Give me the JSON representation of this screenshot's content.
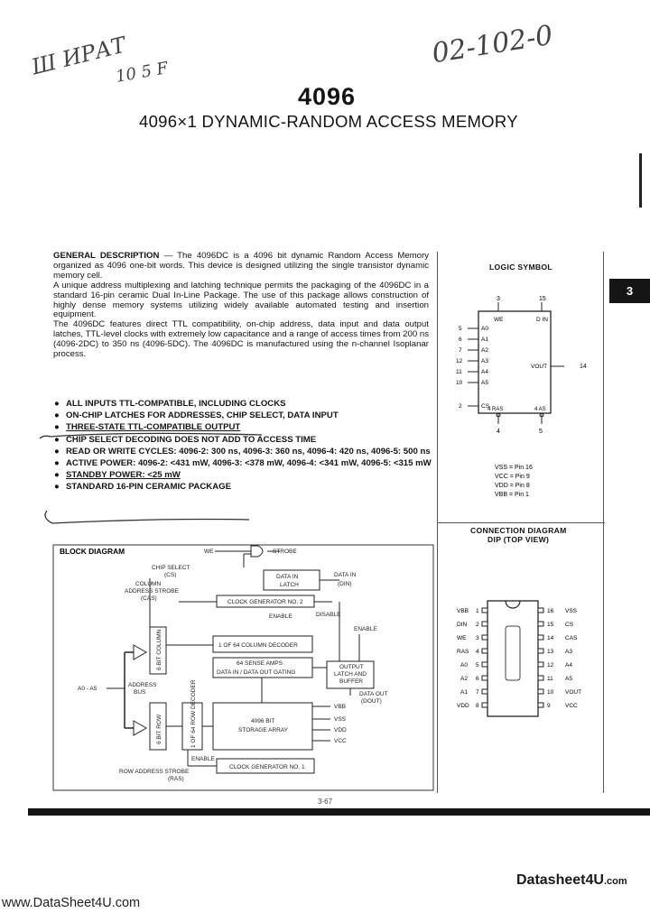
{
  "annotations": {
    "handwritten_left": "Ш ИРАТ",
    "handwritten_left2": "10 5 F",
    "handwritten_right": "02-102-0"
  },
  "header": {
    "part_number": "4096",
    "title": "4096×1 DYNAMIC-RANDOM ACCESS MEMORY"
  },
  "description": {
    "heading": "GENERAL DESCRIPTION",
    "p1": " — The 4096DC is a 4096 bit dynamic Random Access Memory organized as 4096 one-bit words. This device is designed utilizing the single transistor dynamic memory cell.",
    "p2": "A unique address multiplexing and latching technique permits the packaging of the 4096DC in a standard 16-pin ceramic Dual In-Line Package. The use of this package allows construction of highly dense memory systems utilizing widely available automated testing and insertion equipment.",
    "p3": "The 4096DC features direct TTL compatibility, on-chip address, data input and data output latches, TTL-level clocks with extremely low capacitance and a range of access times from 200 ns (4096-2DC) to 350 ns (4096-5DC). The 4096DC is manufactured using the n-channel Isoplanar process."
  },
  "features": [
    "ALL INPUTS TTL-COMPATIBLE, INCLUDING CLOCKS",
    "ON-CHIP LATCHES FOR ADDRESSES, CHIP SELECT, DATA INPUT",
    "THREE-STATE TTL-COMPATIBLE OUTPUT",
    "CHIP SELECT DECODING DOES NOT ADD TO ACCESS TIME",
    "READ OR WRITE CYCLES: 4096-2: 300 ns, 4096-3: 360 ns, 4096-4: 420 ns, 4096-5: 500 ns",
    "ACTIVE POWER: 4096-2: <431 mW, 4096-3: <378 mW, 4096-4: <341 mW, 4096-5: <315 mW",
    "STANDBY POWER: <25 mW",
    "STANDARD 16-PIN CERAMIC PACKAGE"
  ],
  "feature_bullet": "●",
  "logic_symbol": {
    "title": "LOGIC SYMBOL",
    "top_pins": [
      "3",
      "15"
    ],
    "top_labels": [
      "WE",
      "D IN"
    ],
    "left_pins": [
      "5",
      "6",
      "7",
      "12",
      "11",
      "10",
      "2"
    ],
    "left_labels": [
      "A0",
      "A1",
      "A2",
      "A3",
      "A4",
      "A5",
      "CS"
    ],
    "bottom_inner": [
      "4 RAS",
      "4 AS"
    ],
    "bottom_pins": [
      "4",
      "5"
    ],
    "output_label": "VOUT",
    "output_pin": "14",
    "power_notes": [
      "VSS = Pin 16",
      "VCC = Pin 9",
      "VDD = Pin 8",
      "VBB = Pin 1"
    ]
  },
  "connection_diagram": {
    "title": "CONNECTION DIAGRAM",
    "subtitle": "DIP (TOP VIEW)",
    "left_labels": [
      "VBB",
      "DIN",
      "WE",
      "RAS",
      "A0",
      "A2",
      "A1",
      "VDD"
    ],
    "left_pins": [
      "1",
      "2",
      "3",
      "4",
      "5",
      "6",
      "7",
      "8"
    ],
    "right_pins": [
      "16",
      "15",
      "14",
      "13",
      "12",
      "11",
      "10",
      "9"
    ],
    "right_labels": [
      "VSS",
      "CS",
      "CAS",
      "A3",
      "A4",
      "A5",
      "VOUT",
      "VCC"
    ]
  },
  "block_diagram": {
    "title": "BLOCK DIAGRAM",
    "we_label": "WE",
    "strobe": "STROBE",
    "data_in_latch": [
      "DATA IN",
      "LATCH"
    ],
    "data_in": [
      "DATA IN",
      "(DIN)"
    ],
    "chip_select": [
      "CHIP SELECT",
      "(CS)"
    ],
    "column_strobe": [
      "COLUMN",
      "ADDRESS STROBE",
      "(CAS)"
    ],
    "clock_gen2": "CLOCK GENERATOR NO. 2",
    "enable_label": "ENABLE",
    "disable_label": "DISABLE",
    "enable2_label": "ENABLE",
    "col_latch": "6 BIT COLUMN",
    "col_decoder": "1 OF 64 COLUMN DECODER",
    "sense_amps": [
      "64 SENSE AMPS",
      "DATA IN / DATA OUT GATING"
    ],
    "output_latch": [
      "OUTPUT",
      "LATCH AND",
      "BUFFER"
    ],
    "data_out": [
      "DATA OUT",
      "(DOUT)"
    ],
    "address_label": "A0 - A5",
    "address_bus": [
      "ADDRESS",
      "BUS"
    ],
    "row_latch": "6 BIT ROW",
    "row_decoder": "1 OF 64 ROW DECODER",
    "storage": [
      "4096 BIT",
      "STORAGE ARRAY"
    ],
    "power": [
      "VBB",
      "VSS",
      "VDD",
      "VCC"
    ],
    "enable3_label": "ENABLE",
    "row_strobe": [
      "ROW ADDRESS STROBE",
      "(RAS)"
    ],
    "clock_gen1": "CLOCK GENERATOR NO. 1"
  },
  "side_tab": "3",
  "page_number": "3-67",
  "footer": {
    "watermark": "www.DataSheet4U.com",
    "logo_main": "Datasheet4U",
    "logo_suffix": ".com"
  }
}
